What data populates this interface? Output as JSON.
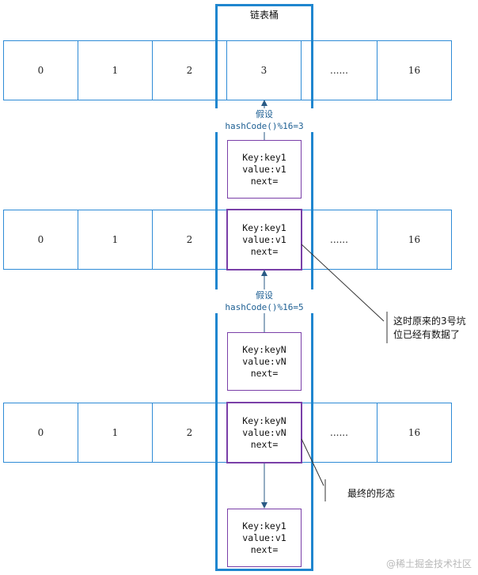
{
  "bucket_title": "链表桶",
  "rows": [
    {
      "cells": [
        "0",
        "1",
        "2",
        "3",
        "......",
        "16"
      ]
    },
    {
      "cells": [
        "0",
        "1",
        "2",
        "",
        "......",
        "16"
      ]
    },
    {
      "cells": [
        "0",
        "1",
        "2",
        "",
        "......",
        "16"
      ]
    }
  ],
  "assumptions": [
    {
      "line1": "假设",
      "line2": "hashCode()%16=3"
    },
    {
      "line1": "假设",
      "line2": "hashCode()%16=5"
    }
  ],
  "nodes": {
    "n1_pending": {
      "key": "Key:key1",
      "value": "value:v1",
      "next": "next="
    },
    "n1_row2": {
      "key": "Key:key1",
      "value": "value:v1",
      "next": "next="
    },
    "nN_pending": {
      "key": "Key:keyN",
      "value": "value:vN",
      "next": "next="
    },
    "nN_row3": {
      "key": "Key:keyN",
      "value": "value:vN",
      "next": "next="
    },
    "n1_final": {
      "key": "Key:key1",
      "value": "value:v1",
      "next": "next="
    }
  },
  "notes": {
    "occupied": {
      "line1": "这时原来的3号坑",
      "line2": "位已经有数据了"
    },
    "final": "最终的形态"
  },
  "watermark": "@稀土掘金技术社区",
  "colors": {
    "cell_border": "#2e8bd6",
    "bucket_border": "#1f86cf",
    "node_border": "#7a3fa8",
    "assume_text": "#1d5f93"
  }
}
